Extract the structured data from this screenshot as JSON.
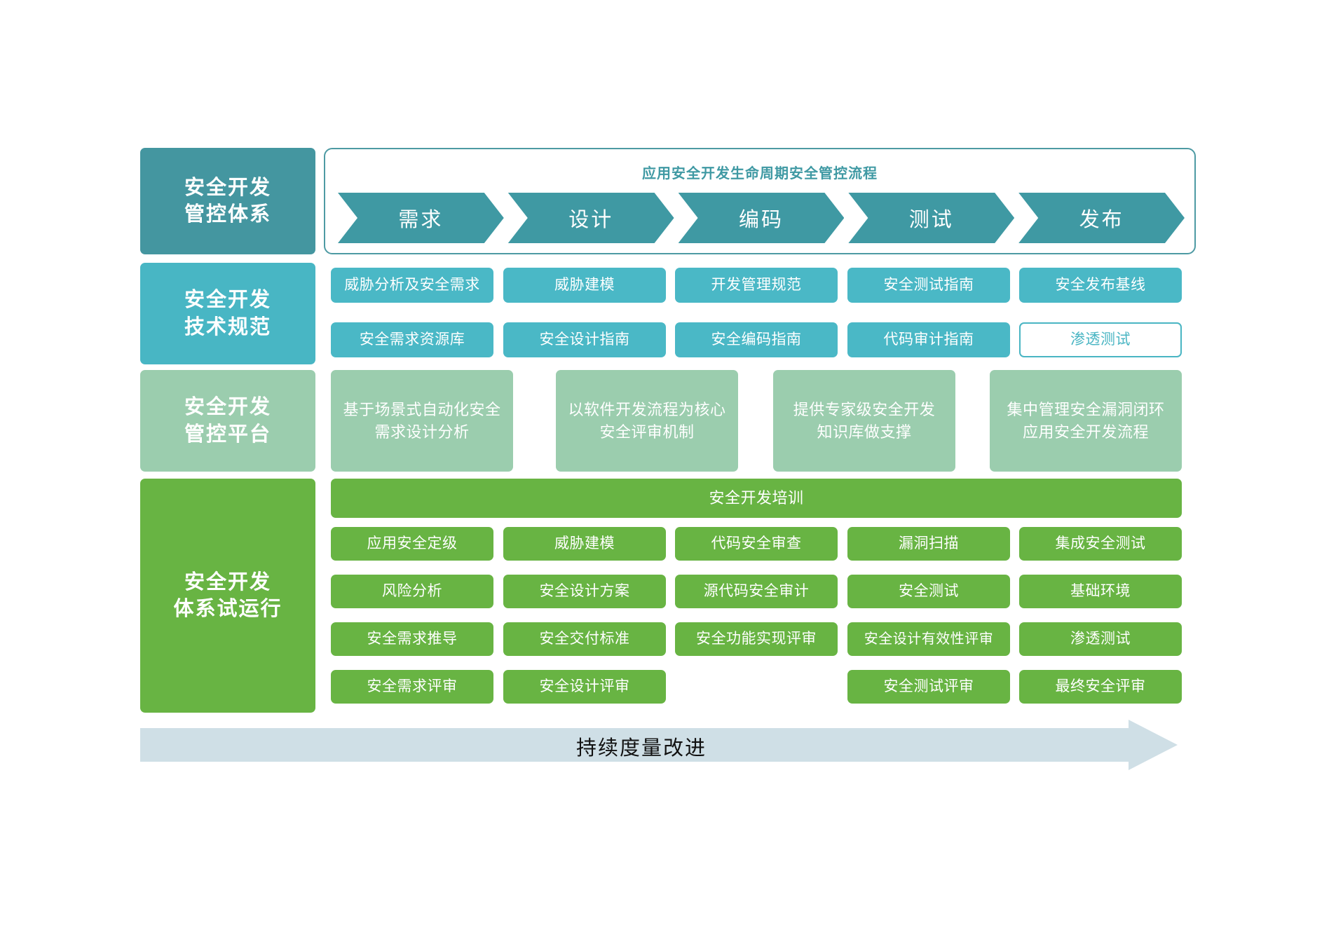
{
  "colors": {
    "teal_dark": "#3f99a3",
    "cyan": "#4ab8c6",
    "mint": "#9bcdae",
    "green": "#68b443",
    "arrow_gray": "#cfdfe6"
  },
  "sidebar": {
    "items": [
      {
        "label": "安全开发\n管控体系",
        "line1": "安全开发",
        "line2": "管控体系"
      },
      {
        "label": "安全开发\n技术规范",
        "line1": "安全开发",
        "line2": "技术规范"
      },
      {
        "label": "安全开发\n管控平台",
        "line1": "安全开发",
        "line2": "管控平台"
      },
      {
        "label": "安全开发\n体系试运行",
        "line1": "安全开发",
        "line2": "体系试运行"
      }
    ]
  },
  "lifecycle": {
    "title": "应用安全开发生命周期安全管控流程",
    "stages": [
      "需求",
      "设计",
      "编码",
      "测试",
      "发布"
    ]
  },
  "tech_spec": {
    "row1": [
      "威胁分析及安全需求",
      "威胁建模",
      "开发管理规范",
      "安全测试指南",
      "安全发布基线"
    ],
    "row2": [
      "安全需求资源库",
      "安全设计指南",
      "安全编码指南",
      "代码审计指南",
      "渗透测试"
    ]
  },
  "platform": {
    "items": [
      {
        "line1": "基于场景式自动化安全",
        "line2": "需求设计分析"
      },
      {
        "line1": "以软件开发流程为核心",
        "line2": "安全评审机制"
      },
      {
        "line1": "提供专家级安全开发",
        "line2": "知识库做支撑"
      },
      {
        "line1": "集中管理安全漏洞闭环",
        "line2": "应用安全开发流程"
      }
    ]
  },
  "trial": {
    "banner": "安全开发培训",
    "row1": [
      "应用安全定级",
      "威胁建模",
      "代码安全审查",
      "漏洞扫描",
      "集成安全测试"
    ],
    "row2": [
      "风险分析",
      "安全设计方案",
      "源代码安全审计",
      "安全测试",
      "基础环境"
    ],
    "row3": [
      "安全需求推导",
      "安全交付标准",
      "安全功能实现评审",
      "安全设计有效性评审",
      "渗透测试"
    ],
    "row4": [
      "安全需求评审",
      "安全设计评审",
      "",
      "安全测试评审",
      "最终安全评审"
    ]
  },
  "footer": {
    "arrow_label": "持续度量改进"
  }
}
